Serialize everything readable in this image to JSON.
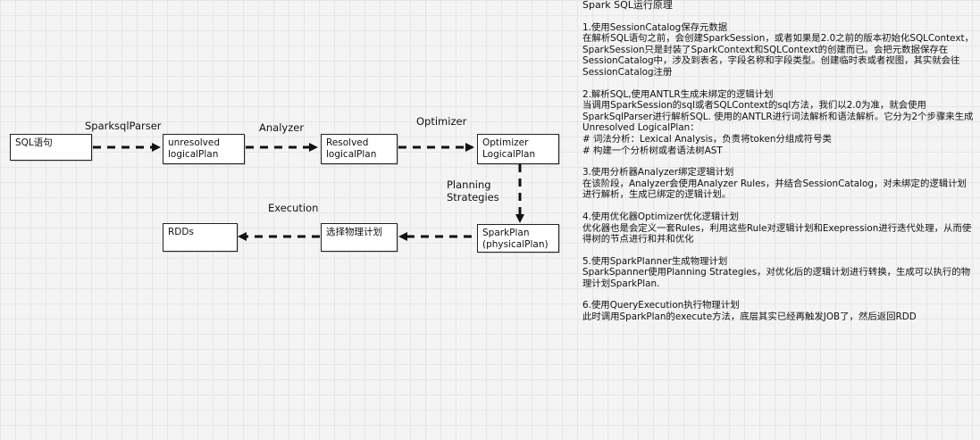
{
  "diagram": {
    "nodes": {
      "sql": "SQL语句",
      "unresolved": "unresolved\nlogicalPlan",
      "resolved": "Resolved\nlogicalPlan",
      "optimizer": "Optimizer\nLogicalPlan",
      "sparkplan": "SparkPlan\n(physicalPlan)",
      "choose": "选择物理计划",
      "rdds": "RDDs"
    },
    "edges": {
      "parser": "SparksqlParser",
      "analyzer": "Analyzer",
      "optimizer": "Optimizer",
      "planning": "Planning\nStrategies",
      "execution": "Execution"
    }
  },
  "notes": {
    "title": "Spark SQL运行原理",
    "sections": [
      {
        "heading": "1.使用SessionCatalog保存元数据",
        "body": "在解析SQL语句之前，会创建SparkSession，或者如果是2.0之前的版本初始化SQLContext，SparkSession只是封装了SparkContext和SQLContext的创建而已。会把元数据保存在SessionCatalog中，涉及到表名，字段名称和字段类型。创建临时表或者视图，其实就会往SessionCatalog注册"
      },
      {
        "heading": "2.解析SQL,使用ANTLR生成未绑定的逻辑计划",
        "body": "当调用SparkSession的sql或者SQLContext的sql方法，我们以2.0为准，就会使用SparkSqlParser进行解析SQL. 使用的ANTLR进行词法解析和语法解析。它分为2个步骤来生成Unresolved LogicalPlan：",
        "bullets": [
          "# 词法分析：Lexical Analysis，负责将token分组成符号类",
          "# 构建一个分析树或者语法树AST"
        ]
      },
      {
        "heading": "3.使用分析器Analyzer绑定逻辑计划",
        "body": "在该阶段，Analyzer会使用Analyzer Rules，并结合SessionCatalog，对未绑定的逻辑计划进行解析，生成已绑定的逻辑计划。"
      },
      {
        "heading": "4.使用优化器Optimizer优化逻辑计划",
        "body": "优化器也是会定义一套Rules，利用这些Rule对逻辑计划和Exepression进行迭代处理，从而使得树的节点进行和并和优化"
      },
      {
        "heading": "5.使用SparkPlanner生成物理计划",
        "body": "SparkSpanner使用Planning Strategies，对优化后的逻辑计划进行转换，生成可以执行的物理计划SparkPlan."
      },
      {
        "heading": "6.使用QueryExecution执行物理计划",
        "body": "此时调用SparkPlan的execute方法，底层其实已经再触发JOB了，然后返回RDD"
      }
    ]
  }
}
